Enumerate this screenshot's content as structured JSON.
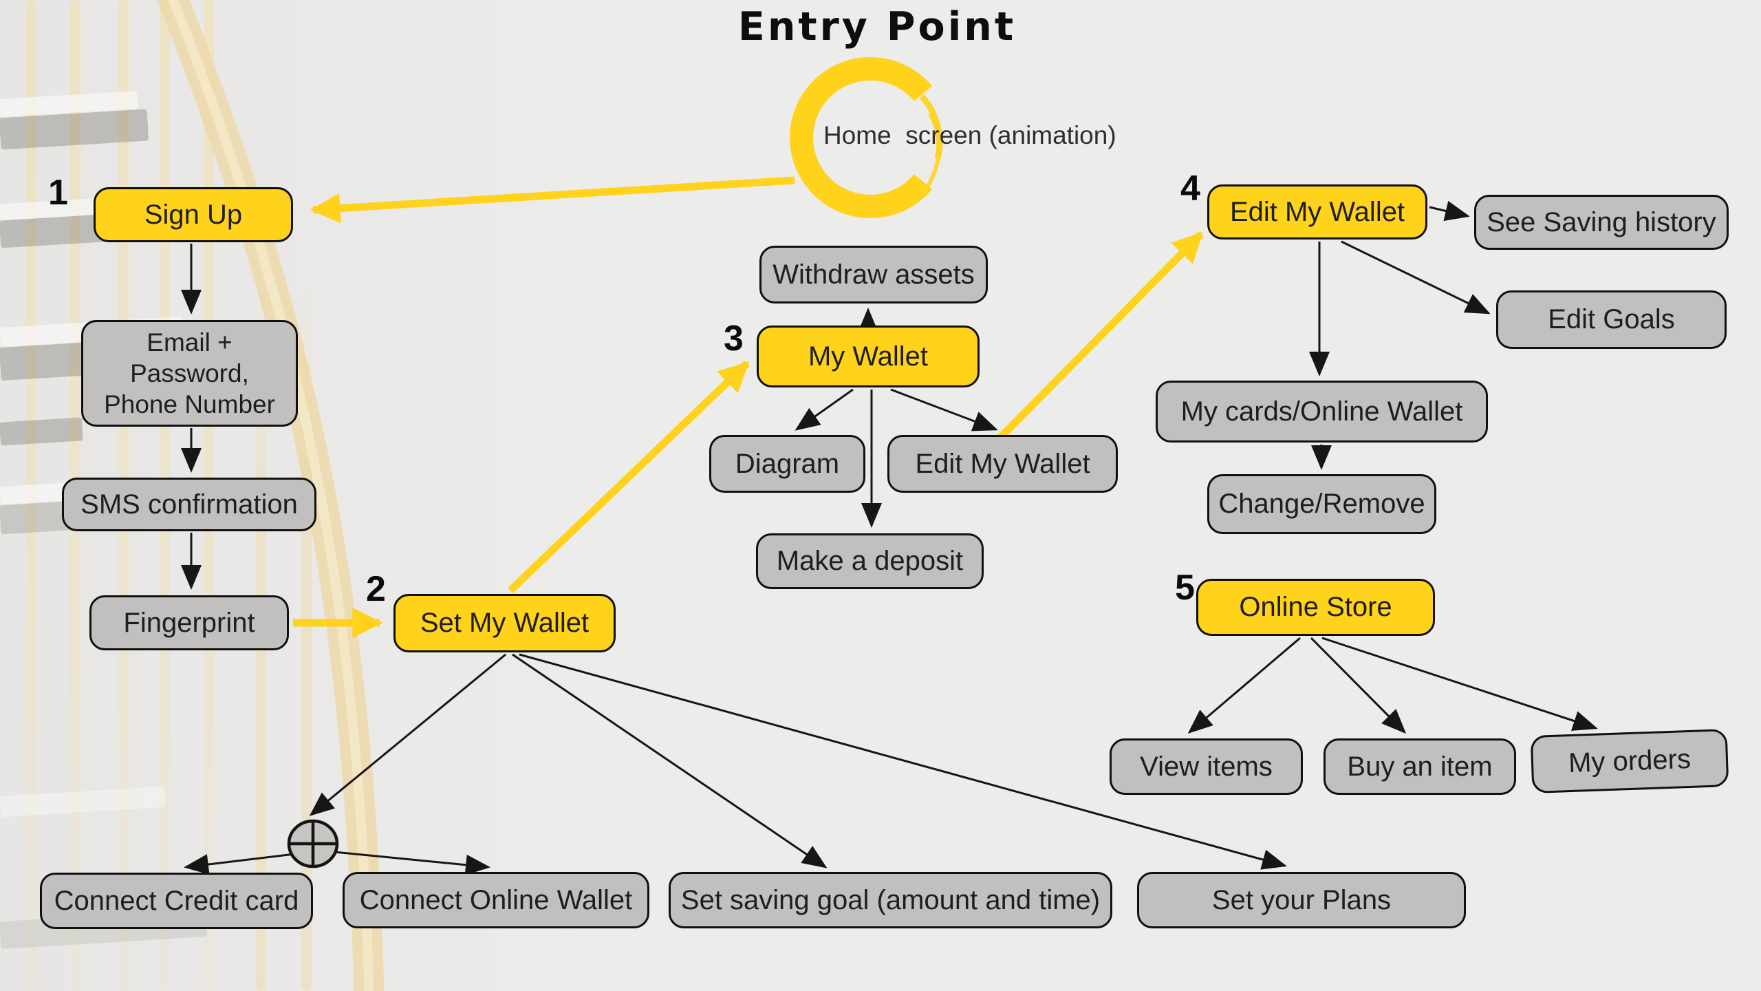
{
  "title": "Entry Point",
  "entry_node": {
    "label": "Home  screen (animation)"
  },
  "colors": {
    "accent_yellow": "#FFD21C",
    "node_gray": "#C1C0BE",
    "background": "#ECECEB",
    "arrow_black": "#161616",
    "text": "#1E1E1E"
  },
  "nodes": {
    "sign_up": {
      "num": "1",
      "label": "Sign Up"
    },
    "email_password": {
      "label": "Email + Password, Phone Number"
    },
    "sms_confirmation": {
      "label": "SMS confirmation"
    },
    "fingerprint": {
      "label": "Fingerprint"
    },
    "set_my_wallet": {
      "num": "2",
      "label": "Set My Wallet"
    },
    "my_wallet": {
      "num": "3",
      "label": "My Wallet"
    },
    "withdraw_assets": {
      "label": "Withdraw assets"
    },
    "diagram": {
      "label": "Diagram"
    },
    "edit_my_wallet_sub": {
      "label": "Edit My Wallet"
    },
    "make_a_deposit": {
      "label": "Make a deposit"
    },
    "edit_my_wallet": {
      "num": "4",
      "label": "Edit My Wallet"
    },
    "see_saving_history": {
      "label": "See Saving history"
    },
    "edit_goals": {
      "label": "Edit Goals"
    },
    "my_cards": {
      "label": "My cards/Online Wallet"
    },
    "change_remove": {
      "label": "Change/Remove"
    },
    "online_store": {
      "num": "5",
      "label": "Online Store"
    },
    "view_items": {
      "label": "View items"
    },
    "buy_an_item": {
      "label": "Buy an item"
    },
    "my_orders": {
      "label": "My orders"
    },
    "connect_credit_card": {
      "label": "Connect Credit card"
    },
    "connect_online_wallet": {
      "label": "Connect Online Wallet"
    },
    "set_saving_goal": {
      "label": "Set saving goal (amount and time)"
    },
    "set_your_plans": {
      "label": "Set your Plans"
    }
  }
}
